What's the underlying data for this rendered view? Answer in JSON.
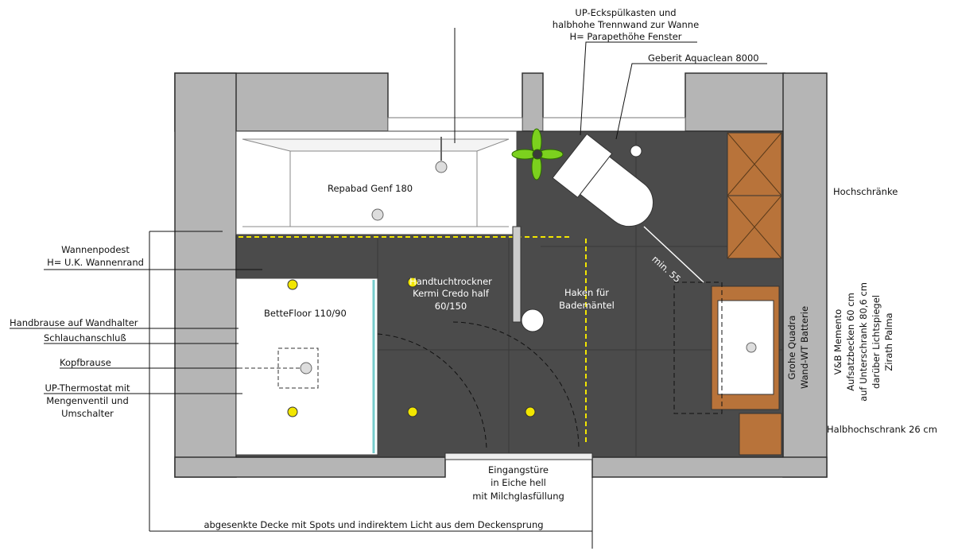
{
  "labels": {
    "spuelkasten": [
      "UP-Eckspülkasten und",
      "halbhohe Trennwand zur Wanne",
      "H= Parapethöhe Fenster"
    ],
    "geberit": "Geberit Aquaclean 8000",
    "hochschraenke": "Hochschränke",
    "repabad": "Repabad Genf 180",
    "wannenpodest": [
      "Wannenpodest",
      "H= U.K. Wannenrand"
    ],
    "bettefloor": "BetteFloor 110/90",
    "handbrause": "Handbrause auf Wandhalter",
    "schlauch": "Schlauchanschluß",
    "kopfbrause": "Kopfbrause",
    "thermostat": [
      "UP-Thermostat mit",
      "Mengenventil und",
      "Umschalter"
    ],
    "handtuch": [
      "Handtuchtrockner",
      "Kermi Credo half",
      "60/150"
    ],
    "haken": [
      "Haken für",
      "Bademäntel"
    ],
    "min55": "min. 55",
    "grohe": [
      "Grohe Quadra",
      "Wand-WT Batterie"
    ],
    "vb": [
      "V&B Memento",
      "Aufsatzbecken 60 cm",
      "auf Unterschrank 80,6 cm",
      "darüber Lichtspiegel",
      "Zirath Palma"
    ],
    "halbhoch": "Halbhochschrank 26 cm",
    "tuer": [
      "Eingangstüre",
      "in Eiche hell",
      "mit Milchglasfüllung"
    ],
    "decke": "abgesenkte Decke mit Spots und indirektem Licht aus dem Deckensprung"
  },
  "colors": {
    "wall": "#b5b5b5",
    "floor": "#4b4b4b",
    "wood": "#b8733a",
    "spot": "#f2e600"
  }
}
